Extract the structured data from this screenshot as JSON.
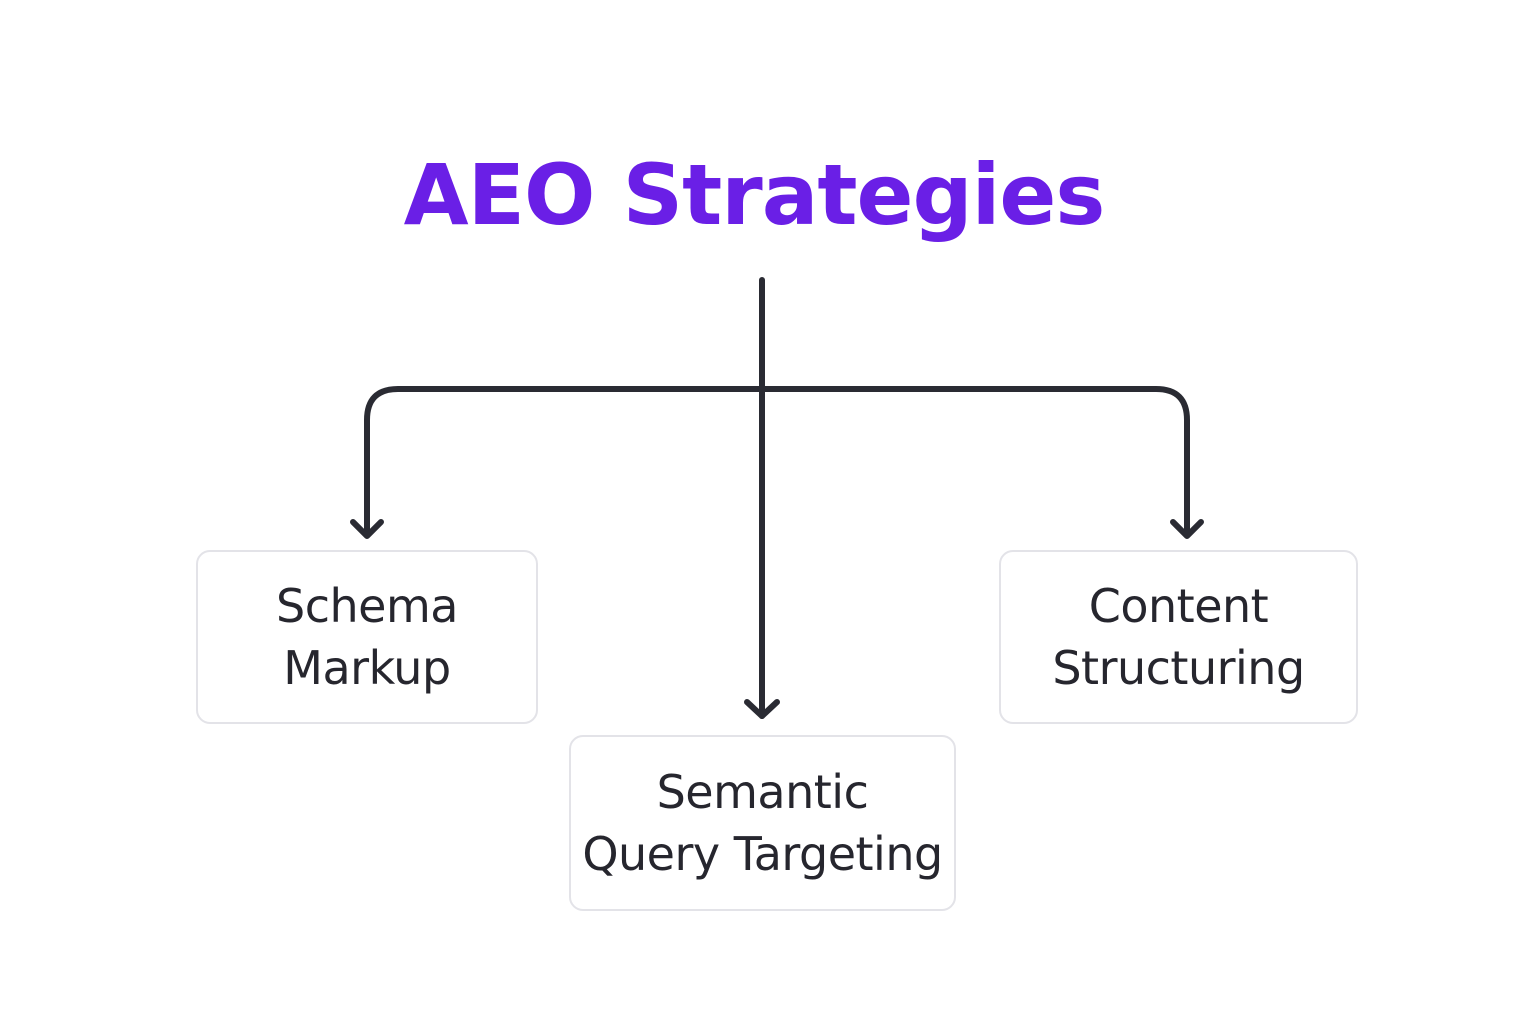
{
  "title": "AEO Strategies",
  "colors": {
    "title": "#6a1fe6",
    "text": "#26262e",
    "line": "#2a2b33",
    "node_border": "#e3e3e8"
  },
  "nodes": {
    "left": {
      "lines": [
        "Schema",
        "Markup"
      ]
    },
    "center": {
      "lines": [
        "Semantic",
        "Query Targeting"
      ]
    },
    "right": {
      "lines": [
        "Content",
        "Structuring"
      ]
    }
  }
}
